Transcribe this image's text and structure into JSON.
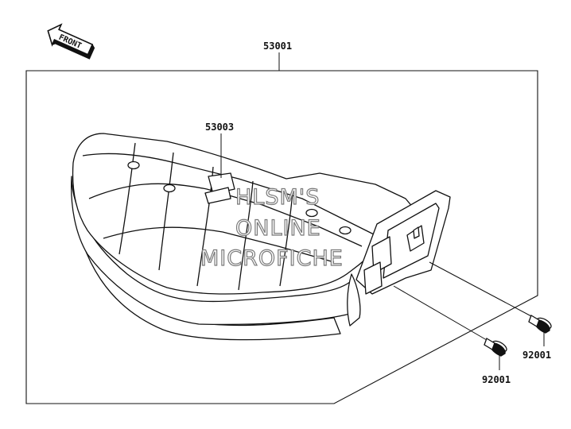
{
  "diagram": {
    "front_label": "FRONT",
    "assembly_part": "53001",
    "cover_part": "53003",
    "bolt_left_part": "92001",
    "bolt_right_part": "92001"
  },
  "watermark": {
    "line1": "HLSM'S",
    "line2": "ONLINE",
    "line3": "MICROFICHE"
  },
  "colors": {
    "ink": "#111111",
    "watermark_outline": "#7a7a7a",
    "background": "#ffffff"
  }
}
